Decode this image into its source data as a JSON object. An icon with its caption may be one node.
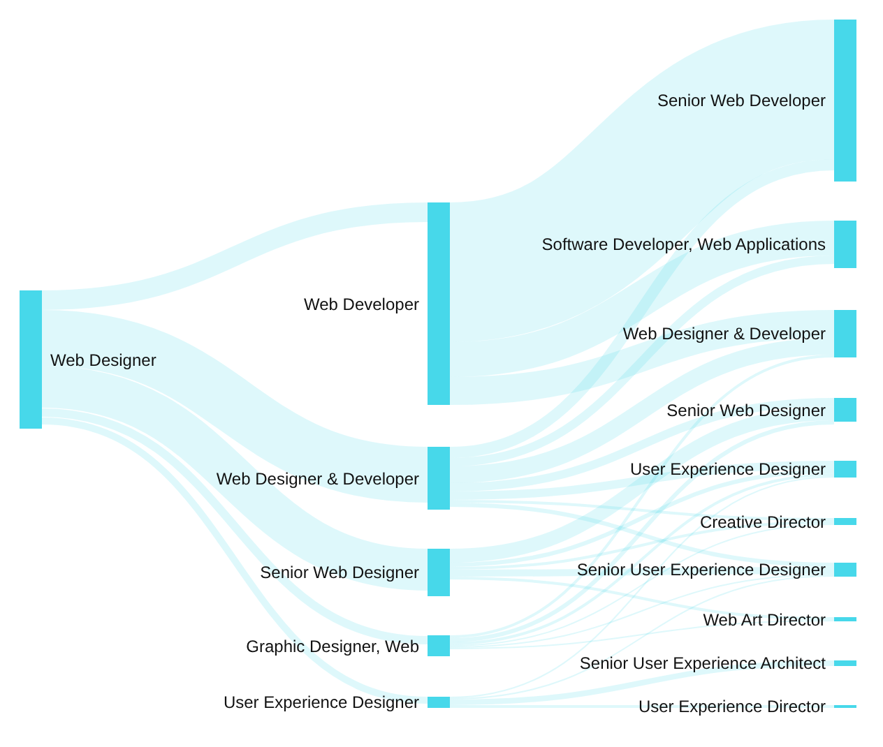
{
  "diagram": {
    "nodes": [
      {
        "text": [
          "Web Designer"
        ]
      },
      {
        "text": [
          "Web Developer"
        ]
      },
      {
        "text": [
          "Web Designer & Developer"
        ]
      },
      {
        "text": [
          "Senior Web Designer"
        ]
      },
      {
        "text": [
          "Graphic Designer, Web"
        ]
      },
      {
        "text": [
          "User Experience Designer"
        ]
      },
      {
        "text": [
          "Senior Web Developer"
        ]
      },
      {
        "text": [
          "Software Developer, Web Applications"
        ]
      },
      {
        "text": [
          "Web Designer & Developer"
        ]
      },
      {
        "text": [
          "Senior Web Designer"
        ]
      },
      {
        "text": [
          "User Experience Designer"
        ]
      },
      {
        "text": [
          "Creative Director"
        ]
      },
      {
        "text": [
          "Senior User Experience Designer"
        ]
      },
      {
        "text": [
          "Web Art Director"
        ]
      },
      {
        "text": [
          "Senior User Experience Architect"
        ]
      },
      {
        "text": [
          "User Experience Director"
        ]
      }
    ],
    "edges": [
      {
        "from": 0,
        "to": 1,
        "arrow": "none",
        "style": "thick"
      },
      {
        "from": 0,
        "to": 2,
        "arrow": "none",
        "style": "thick"
      },
      {
        "from": 0,
        "to": 3,
        "arrow": "none",
        "style": "thick"
      },
      {
        "from": 0,
        "to": 4,
        "arrow": "none"
      },
      {
        "from": 0,
        "to": 5,
        "arrow": "none"
      },
      {
        "from": 1,
        "to": 6,
        "arrow": "none",
        "style": "thick"
      },
      {
        "from": 1,
        "to": 7,
        "arrow": "none",
        "style": "thick"
      },
      {
        "from": 1,
        "to": 8,
        "arrow": "none",
        "style": "thick"
      },
      {
        "from": 2,
        "to": 6,
        "arrow": "none",
        "style": "thick"
      },
      {
        "from": 2,
        "to": 7,
        "arrow": "none"
      },
      {
        "from": 2,
        "to": 8,
        "arrow": "none",
        "style": "thick"
      },
      {
        "from": 2,
        "to": 9,
        "arrow": "none"
      },
      {
        "from": 2,
        "to": 10,
        "arrow": "none"
      },
      {
        "from": 2,
        "to": 11,
        "arrow": "none"
      },
      {
        "from": 2,
        "to": 12,
        "arrow": "none"
      },
      {
        "from": 3,
        "to": 9,
        "arrow": "none",
        "style": "thick"
      },
      {
        "from": 3,
        "to": 10,
        "arrow": "none"
      },
      {
        "from": 3,
        "to": 11,
        "arrow": "none"
      },
      {
        "from": 3,
        "to": 12,
        "arrow": "none"
      },
      {
        "from": 3,
        "to": 13,
        "arrow": "none"
      },
      {
        "from": 4,
        "to": 8,
        "arrow": "none"
      },
      {
        "from": 4,
        "to": 9,
        "arrow": "none"
      },
      {
        "from": 4,
        "to": 10,
        "arrow": "none"
      },
      {
        "from": 4,
        "to": 11,
        "arrow": "none"
      },
      {
        "from": 4,
        "to": 12,
        "arrow": "none"
      },
      {
        "from": 4,
        "to": 13,
        "arrow": "none"
      },
      {
        "from": 5,
        "to": 10,
        "arrow": "none"
      },
      {
        "from": 5,
        "to": 12,
        "arrow": "none"
      },
      {
        "from": 5,
        "to": 14,
        "arrow": "none"
      },
      {
        "from": 5,
        "to": 15,
        "arrow": "none"
      }
    ]
  }
}
